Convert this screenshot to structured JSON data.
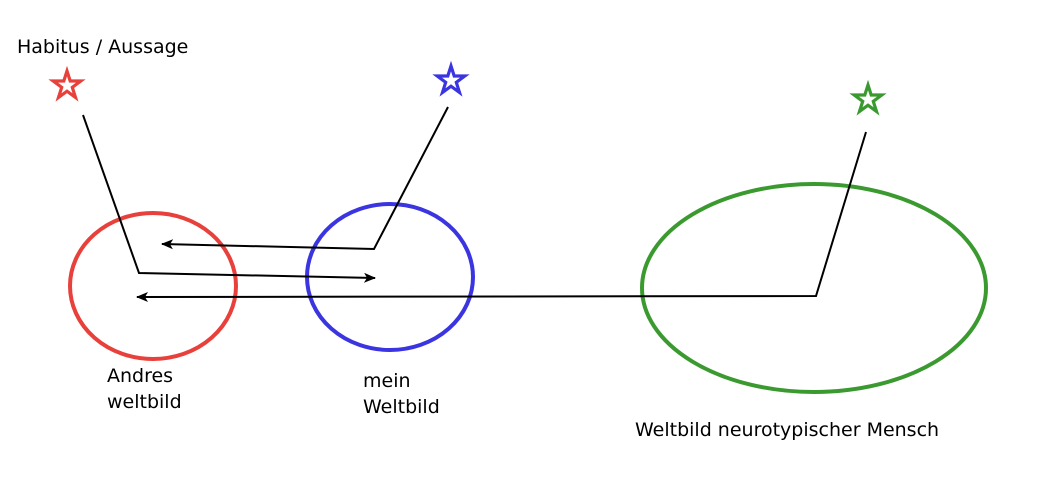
{
  "labels": {
    "habitus": "Habitus / Aussage",
    "andres_line1": "Andres",
    "andres_line2": "weltbild",
    "mein_line1": "mein",
    "mein_line2": "Weltbild",
    "neurotypisch": "Weltbild neurotypischer Mensch"
  },
  "colors": {
    "red": "#e8403a",
    "blue": "#3a35e0",
    "green": "#3a9a2f",
    "line": "#000000"
  },
  "icons": {
    "red_star": "star-outline-icon",
    "blue_star": "star-outline-icon",
    "green_star": "star-outline-icon"
  }
}
